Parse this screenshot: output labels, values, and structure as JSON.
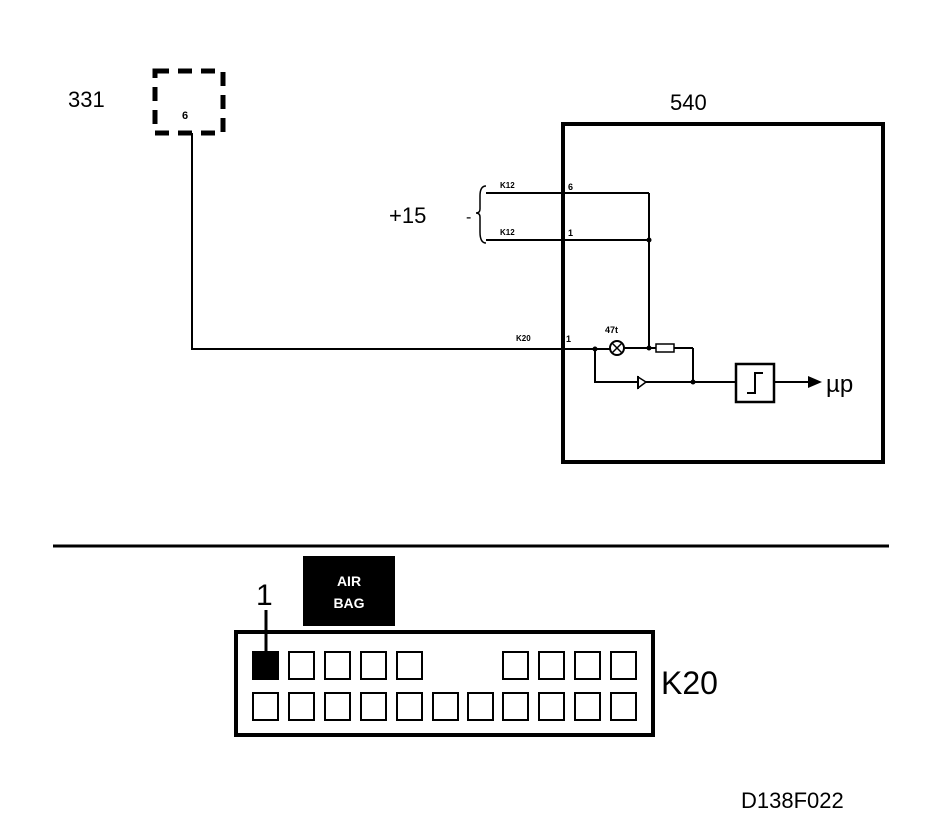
{
  "schematic": {
    "component_331": {
      "label": "331",
      "pin": "6"
    },
    "component_540": {
      "label": "540"
    },
    "supply": {
      "label": "+15",
      "dash": "-"
    },
    "wires": {
      "top_connector": "K12",
      "top_pin": "6",
      "mid_connector": "K12",
      "mid_pin": "1",
      "bottom_connector": "K20",
      "bottom_pin": "1"
    },
    "lamp": {
      "label": "47t"
    },
    "output": {
      "label": "µp"
    }
  },
  "connector": {
    "badge_line1": "AIR",
    "badge_line2": "BAG",
    "pin_label": "1",
    "name": "K20"
  },
  "figure_code": "D138F022",
  "colors": {
    "ink": "#000000",
    "paper": "#ffffff",
    "highlight_pin": "#000000"
  }
}
